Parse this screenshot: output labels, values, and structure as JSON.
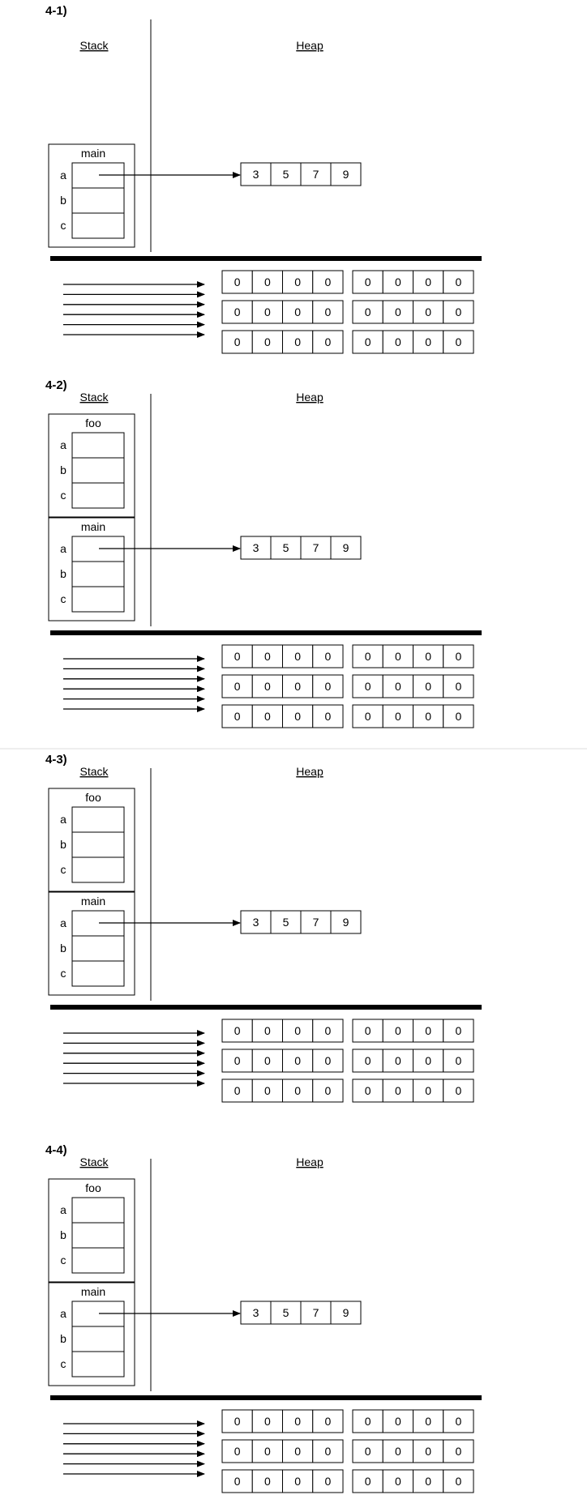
{
  "panels": [
    {
      "label": "4-1)",
      "stack_heading": "Stack",
      "heap_heading": "Heap",
      "frames": [
        {
          "name": "main",
          "vars": [
            "a",
            "b",
            "c"
          ],
          "pointer_from": "a"
        }
      ],
      "heap_array": [
        "3",
        "5",
        "7",
        "9"
      ],
      "pool_grid": [
        [
          [
            "0",
            "0",
            "0",
            "0"
          ],
          [
            "0",
            "0",
            "0",
            "0"
          ]
        ],
        [
          [
            "0",
            "0",
            "0",
            "0"
          ],
          [
            "0",
            "0",
            "0",
            "0"
          ]
        ],
        [
          [
            "0",
            "0",
            "0",
            "0"
          ],
          [
            "0",
            "0",
            "0",
            "0"
          ]
        ]
      ],
      "incoming_arrows": 6
    },
    {
      "label": "4-2)",
      "stack_heading": "Stack",
      "heap_heading": "Heap",
      "frames": [
        {
          "name": "foo",
          "vars": [
            "a",
            "b",
            "c"
          ],
          "pointer_from": null
        },
        {
          "name": "main",
          "vars": [
            "a",
            "b",
            "c"
          ],
          "pointer_from": "a"
        }
      ],
      "heap_array": [
        "3",
        "5",
        "7",
        "9"
      ],
      "pool_grid": [
        [
          [
            "0",
            "0",
            "0",
            "0"
          ],
          [
            "0",
            "0",
            "0",
            "0"
          ]
        ],
        [
          [
            "0",
            "0",
            "0",
            "0"
          ],
          [
            "0",
            "0",
            "0",
            "0"
          ]
        ],
        [
          [
            "0",
            "0",
            "0",
            "0"
          ],
          [
            "0",
            "0",
            "0",
            "0"
          ]
        ]
      ],
      "incoming_arrows": 6
    },
    {
      "label": "4-3)",
      "stack_heading": "Stack",
      "heap_heading": "Heap",
      "frames": [
        {
          "name": "foo",
          "vars": [
            "a",
            "b",
            "c"
          ],
          "pointer_from": null
        },
        {
          "name": "main",
          "vars": [
            "a",
            "b",
            "c"
          ],
          "pointer_from": "a"
        }
      ],
      "heap_array": [
        "3",
        "5",
        "7",
        "9"
      ],
      "pool_grid": [
        [
          [
            "0",
            "0",
            "0",
            "0"
          ],
          [
            "0",
            "0",
            "0",
            "0"
          ]
        ],
        [
          [
            "0",
            "0",
            "0",
            "0"
          ],
          [
            "0",
            "0",
            "0",
            "0"
          ]
        ],
        [
          [
            "0",
            "0",
            "0",
            "0"
          ],
          [
            "0",
            "0",
            "0",
            "0"
          ]
        ]
      ],
      "incoming_arrows": 6
    },
    {
      "label": "4-4)",
      "stack_heading": "Stack",
      "heap_heading": "Heap",
      "frames": [
        {
          "name": "foo",
          "vars": [
            "a",
            "b",
            "c"
          ],
          "pointer_from": null
        },
        {
          "name": "main",
          "vars": [
            "a",
            "b",
            "c"
          ],
          "pointer_from": "a"
        }
      ],
      "heap_array": [
        "3",
        "5",
        "7",
        "9"
      ],
      "pool_grid": [
        [
          [
            "0",
            "0",
            "0",
            "0"
          ],
          [
            "0",
            "0",
            "0",
            "0"
          ]
        ],
        [
          [
            "0",
            "0",
            "0",
            "0"
          ],
          [
            "0",
            "0",
            "0",
            "0"
          ]
        ],
        [
          [
            "0",
            "0",
            "0",
            "0"
          ],
          [
            "0",
            "0",
            "0",
            "0"
          ]
        ]
      ],
      "incoming_arrows": 6
    }
  ]
}
